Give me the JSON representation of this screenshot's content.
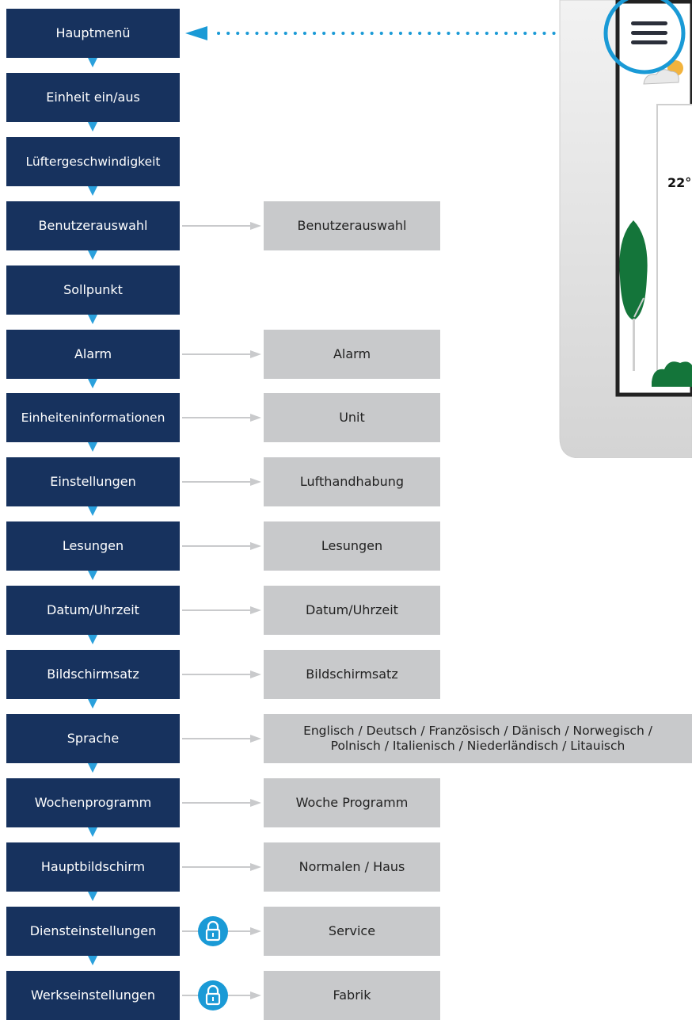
{
  "menu": {
    "items": [
      {
        "label": "Hauptmenü",
        "sub": null,
        "locked": false
      },
      {
        "label": "Einheit ein/aus",
        "sub": null,
        "locked": false
      },
      {
        "label": "Lüftergeschwindigkeit",
        "sub": null,
        "locked": false
      },
      {
        "label": "Benutzerauswahl",
        "sub": "Benutzerauswahl",
        "locked": false
      },
      {
        "label": "Sollpunkt",
        "sub": null,
        "locked": false
      },
      {
        "label": "Alarm",
        "sub": "Alarm",
        "locked": false
      },
      {
        "label": "Einheiteninformationen",
        "sub": "Unit",
        "locked": false
      },
      {
        "label": "Einstellungen",
        "sub": "Lufthandhabung",
        "locked": false
      },
      {
        "label": "Lesungen",
        "sub": "Lesungen",
        "locked": false
      },
      {
        "label": "Datum/Uhrzeit",
        "sub": "Datum/Uhrzeit",
        "locked": false
      },
      {
        "label": "Bildschirmsatz",
        "sub": "Bildschirmsatz",
        "locked": false
      },
      {
        "label": "Sprache",
        "sub": "Englisch / Deutsch / Französisch / Dänisch / Norwegisch /\nPolnisch / Italienisch / Niederländisch / Litauisch",
        "locked": false
      },
      {
        "label": "Wochenprogramm",
        "sub": "Woche Programm",
        "locked": false
      },
      {
        "label": "Hauptbildschirm",
        "sub": "Normalen / Haus",
        "locked": false
      },
      {
        "label": "Diensteinstellungen",
        "sub": "Service",
        "locked": true
      },
      {
        "label": "Werkseinstellungen",
        "sub": "Fabrik",
        "locked": true
      }
    ]
  },
  "device": {
    "temperature": "22°",
    "icon": "hamburger-menu-icon"
  },
  "colors": {
    "menu_box": "#17325e",
    "sub_box": "#c8c9cb",
    "accent": "#1a9ad6",
    "connector": "#c9cacc"
  }
}
